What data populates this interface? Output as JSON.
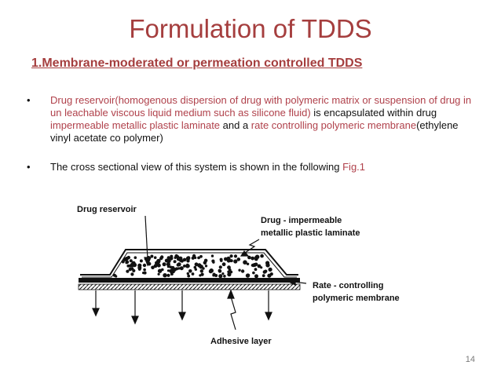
{
  "title": "Formulation of TDDS",
  "subtitle": "1.Membrane-moderated or permeation controlled TDDS",
  "bullets": [
    {
      "marker": "•",
      "parts": [
        {
          "text": "Drug reservoir",
          "color": "#b0414b"
        },
        {
          "text": "(homogenous dispersion of drug with polymeric matrix or suspension of drug in un leachable viscous liquid medium such as silicone fluid)",
          "color": "#b0414b"
        },
        {
          "text": " is encapsulated within drug ",
          "color": "#111111"
        },
        {
          "text": "impermeable metallic plastic laminate",
          "color": "#b0414b"
        },
        {
          "text": " and a ",
          "color": "#111111"
        },
        {
          "text": "rate controlling polymeric membrane",
          "color": "#b0414b"
        },
        {
          "text": "(ethylene vinyl acetate co polymer)",
          "color": "#111111"
        }
      ]
    },
    {
      "marker": "•",
      "parts": [
        {
          "text": "The cross sectional view of this system is shown in the following ",
          "color": "#111111"
        },
        {
          "text": "Fig.1",
          "color": "#b0414b"
        }
      ]
    }
  ],
  "figure": {
    "labels": {
      "drug_reservoir": "Drug reservoir",
      "impermeable_line1": "Drug - impermeable",
      "impermeable_line2": "metallic plastic laminate",
      "rate_line1": "Rate - controlling",
      "rate_line2": "polymeric membrane",
      "adhesive": "Adhesive layer"
    }
  },
  "page_number": "14"
}
